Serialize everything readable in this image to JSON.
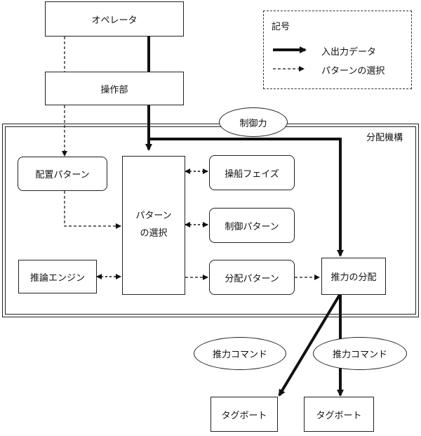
{
  "nodes": {
    "operator": "オペレータ",
    "operation_unit": "操作部",
    "control_force": "制御力",
    "distribution_mechanism": "分配機構",
    "placement_pattern": "配置パターン",
    "pattern_selection_line1": "パターン",
    "pattern_selection_line2": "の選択",
    "ship_phase": "操船フェイズ",
    "control_pattern": "制御パターン",
    "inference_engine": "推論エンジン",
    "distribution_pattern": "分配パターン",
    "thrust_distribution": "推力の分配",
    "thrust_command_1": "推力コマンド",
    "thrust_command_2": "推力コマンド",
    "tugboat_1": "タグボート",
    "tugboat_2": "タグボート"
  },
  "legend": {
    "title": "記号",
    "io_data": "入出力データ",
    "pattern_selection": "パターンの選択"
  }
}
